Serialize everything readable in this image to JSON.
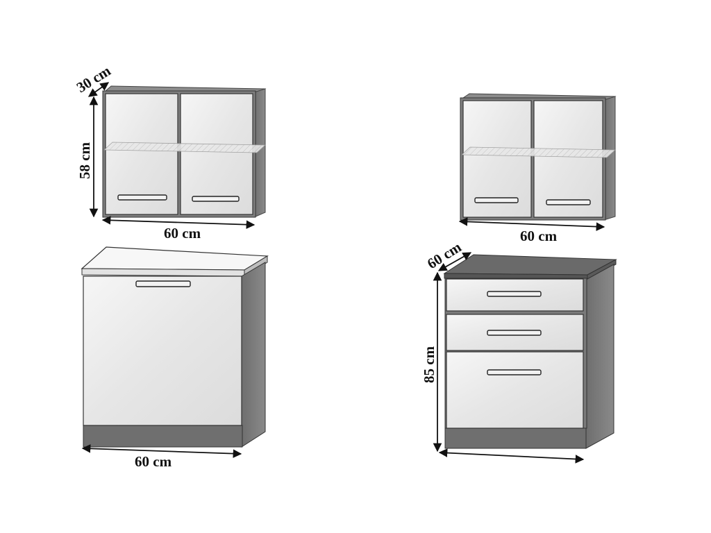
{
  "wall_cabinet_left": {
    "depth_label": "30 cm",
    "height_label": "58 cm",
    "width_label": "60 cm"
  },
  "wall_cabinet_right": {
    "width_label": "60 cm"
  },
  "base_cabinet_door": {
    "width_label": "60 cm"
  },
  "base_cabinet_drawers": {
    "depth_label": "60 cm",
    "height_label": "85 cm"
  },
  "colors": {
    "body_gray": "#7a7a7a",
    "body_dark": "#5e5e5e",
    "front_light": "#ececec",
    "worktop_white": "#f7f7f7",
    "worktop_dark": "#6a6a6a",
    "arrow": "#111111"
  }
}
